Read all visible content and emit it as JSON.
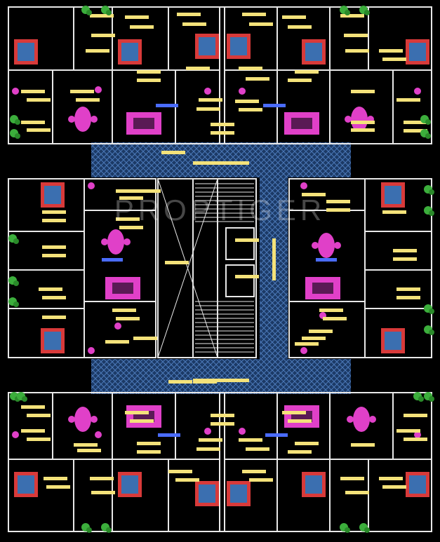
{
  "plan": {
    "watermark": "PROPTIGER",
    "colors": {
      "background": "#000000",
      "wall": "#e8e8e8",
      "label": "#f4e27a",
      "furniture": "#e040c8",
      "bed_sheet": "#3b6fb0",
      "bed_frame": "#d83a3a",
      "window": "#4a6cff",
      "plant": "#3cae3c",
      "corridor": "#1c3a66",
      "corridor_hatch": "#4b79b8"
    },
    "blocks": [
      {
        "name": "top",
        "flats": 4
      },
      {
        "name": "middle-left",
        "flats": 1
      },
      {
        "name": "middle-right",
        "flats": 1
      },
      {
        "name": "bottom",
        "flats": 4
      }
    ],
    "cores": [
      "lift-shaft",
      "staircase",
      "lobby"
    ]
  }
}
